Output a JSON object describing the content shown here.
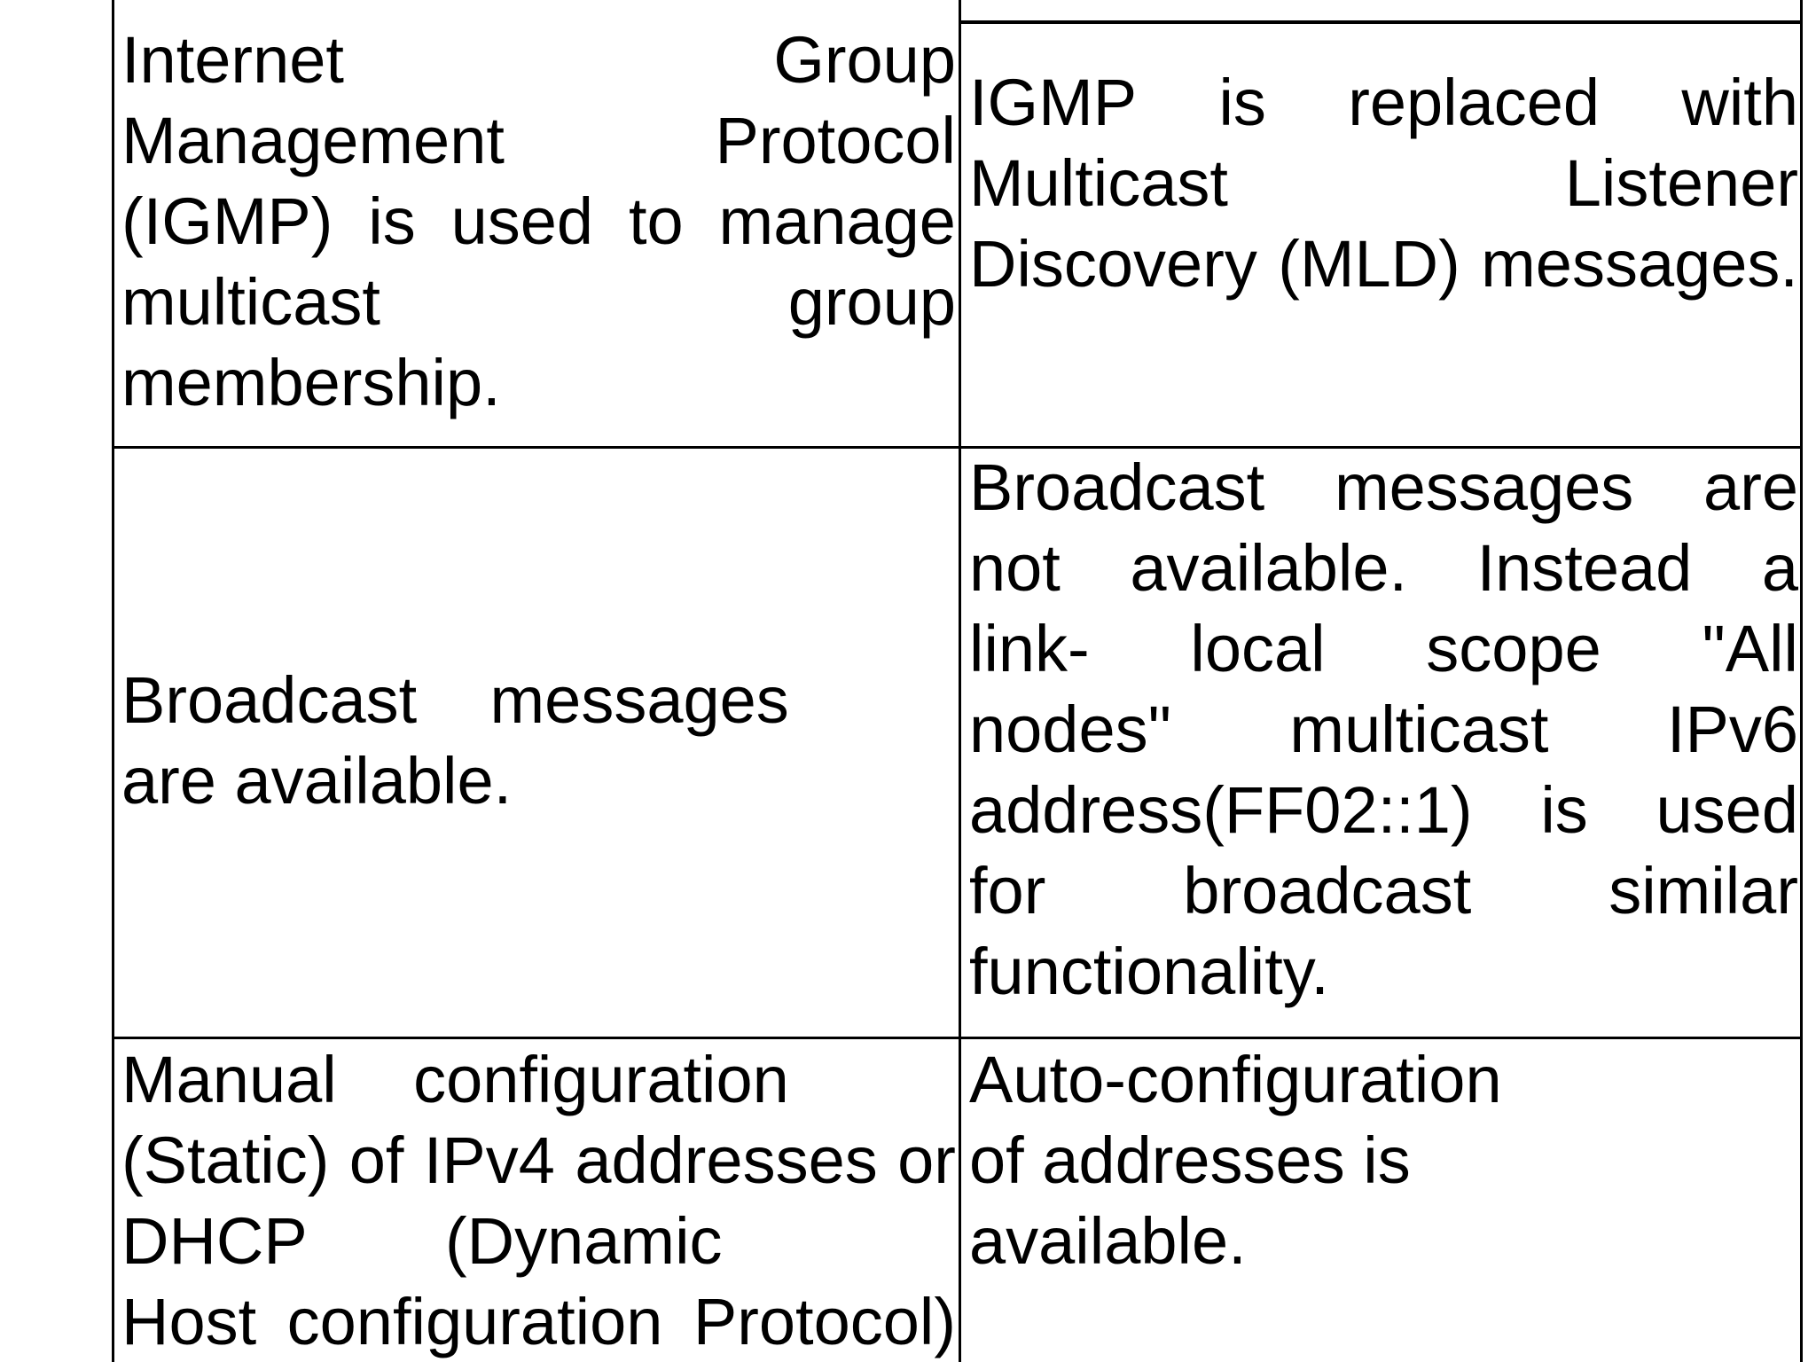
{
  "page": {
    "background_color": "#ffffff",
    "text_color": "#000000",
    "border_color": "#000000"
  },
  "table": {
    "rows": [
      {
        "cells": [
          {
            "id": "r1c1",
            "text": "Internet Group Management Protocol (IGMP) is used to manage multicast group membership.",
            "lines": [
              {
                "t": "Internet Group",
                "j": 1,
                "wp": 100
              },
              {
                "t": "Management Protocol",
                "j": 1,
                "wp": 100
              },
              {
                "t": "(IGMP) is used to manage",
                "j": 1,
                "wp": 100
              },
              {
                "t": "multicast group",
                "j": 1,
                "wp": 100
              },
              {
                "t": "membership.",
                "j": 0
              }
            ]
          },
          {
            "id": "r1c2",
            "text": "IGMP is replaced with Multicast Listener Discovery (MLD) messages.",
            "lines": [
              {
                "t": "IGMP is replaced with",
                "j": 1,
                "wp": 100
              },
              {
                "t": "Multicast Listener",
                "j": 1,
                "wp": 100
              },
              {
                "t": "Discovery (MLD) messages.",
                "j": 1,
                "wp": 100
              }
            ]
          }
        ]
      },
      {
        "cells": [
          {
            "id": "r2c1",
            "text": "Broadcast messages are available.",
            "lines": [
              {
                "t": "Broadcast messages",
                "j": 1,
                "wp": 80
              },
              {
                "t": "are available.",
                "j": 0
              }
            ]
          },
          {
            "id": "r2c2",
            "text": "Broadcast messages are not available. Instead a link- local scope \"All nodes\" multicast IPv6 address(FF02::1) is used for broadcast similar functionality.",
            "lines": [
              {
                "t": "Broadcast messages are",
                "j": 1,
                "wp": 100
              },
              {
                "t": "not available. Instead a",
                "j": 1,
                "wp": 100
              },
              {
                "t": "link- local scope \"All",
                "j": 1,
                "wp": 100
              },
              {
                "t": "nodes\" multicast IPv6",
                "j": 1,
                "wp": 100
              },
              {
                "t": "address(FF02::1) is used",
                "j": 1,
                "wp": 100
              },
              {
                "t": "for broadcast similar",
                "j": 1,
                "wp": 100
              },
              {
                "t": "functionality.",
                "j": 0
              }
            ]
          }
        ]
      },
      {
        "cells": [
          {
            "id": "r3c1",
            "text": "Manual configuration (Static) of IPv4 addresses or DHCP (Dynamic Host configuration Protocol)",
            "lines": [
              {
                "t": "Manual configuration",
                "j": 1,
                "wp": 80
              },
              {
                "t": "(Static) of IPv4 addresses or",
                "j": 1,
                "wp": 100
              },
              {
                "t": "DHCP (Dynamic",
                "j": 1,
                "wp": 72
              },
              {
                "t": "Host configuration Protocol)",
                "j": 1,
                "wp": 100
              }
            ]
          },
          {
            "id": "r3c2",
            "text": "Auto-configuration of addresses is available.",
            "lines": [
              {
                "t": "Auto-configuration",
                "j": 0
              },
              {
                "t": "of addresses is",
                "j": 0
              },
              {
                "t": "available.",
                "j": 0
              }
            ]
          }
        ]
      }
    ]
  }
}
